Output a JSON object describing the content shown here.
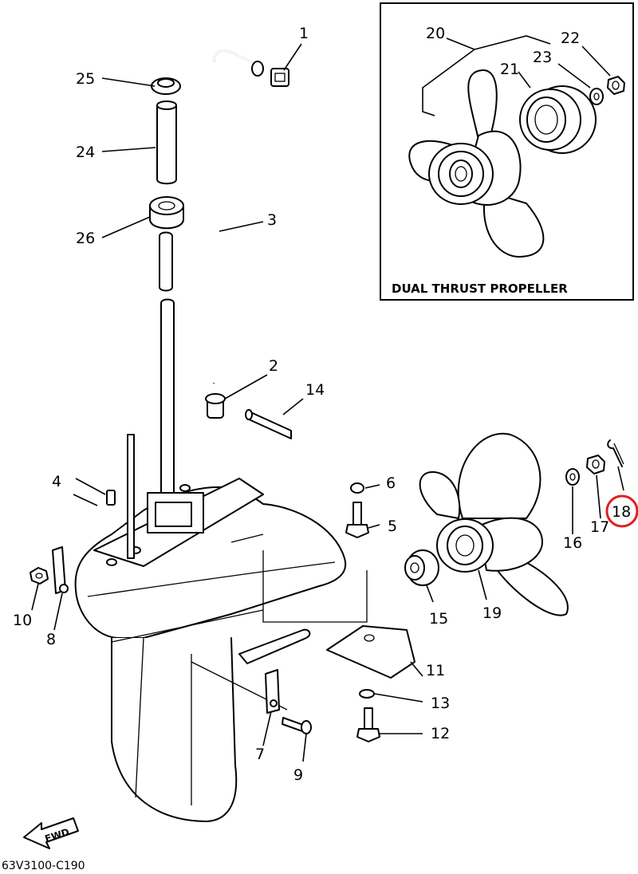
{
  "inset": {
    "title": "DUAL THRUST PROPELLER"
  },
  "labels": {
    "p1": "1",
    "p2": "2",
    "p3": "3",
    "p4": "4",
    "p5": "5",
    "p6": "6",
    "p7": "7",
    "p8": "8",
    "p9": "9",
    "p10": "10",
    "p11": "11",
    "p12": "12",
    "p13": "13",
    "p14": "14",
    "p15": "15",
    "p16": "16",
    "p17": "17",
    "p18": "18",
    "p19": "19",
    "p20": "20",
    "p21": "21",
    "p22": "22",
    "p23": "23",
    "p24": "24",
    "p25": "25",
    "p26": "26"
  },
  "highlight": {
    "part": "18",
    "color": "#e0201f"
  },
  "direction_arrow": "FWD",
  "diagram_code": "63V3100-C190"
}
